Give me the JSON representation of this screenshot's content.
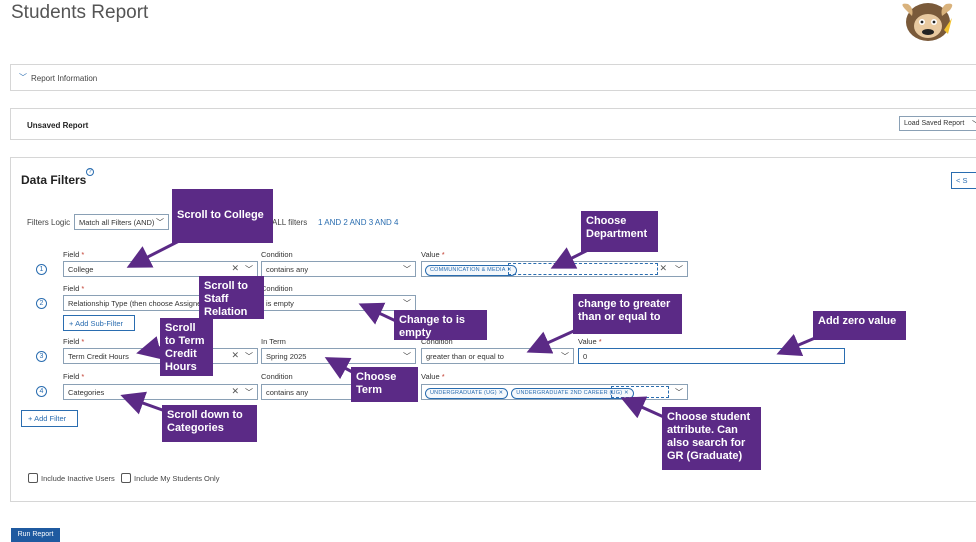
{
  "page_title": "Students Report",
  "report_information": {
    "label": "Report Information"
  },
  "unsaved": {
    "label": "Unsaved Report",
    "load_saved": "Load Saved Report"
  },
  "data_filters": {
    "heading": "Data Filters",
    "help_glyph": "?",
    "share_label": "S",
    "logic_label": "Filters Logic",
    "logic_value": "Match all Filters (AND)",
    "all_filters_text": "ALL filters",
    "logic_expression": "1 AND 2 AND 3 AND 4"
  },
  "labels": {
    "field": "Field",
    "condition": "Condition",
    "value": "Value",
    "in_term": "In Term",
    "required": "*"
  },
  "filters": [
    {
      "num": "1",
      "field": "College",
      "condition": "contains any",
      "value_chips": [
        "Communication & Media"
      ]
    },
    {
      "num": "2",
      "field": "Relationship Type (then choose Assigne",
      "condition": "is empty",
      "sub_filter": "Add Sub-Filter"
    },
    {
      "num": "3",
      "field": "Term Credit Hours",
      "term": "Spring 2025",
      "condition": "greater than or equal to",
      "value": "0"
    },
    {
      "num": "4",
      "field": "Categories",
      "condition": "contains any",
      "value_chips": [
        "Undergraduate (UG)",
        "Undergraduate 2nd Career (UG)"
      ]
    }
  ],
  "add_filter": "Add Filter",
  "checkboxes": {
    "inactive": "Include Inactive Users",
    "my_students": "Include My Students Only"
  },
  "run_report": "Run Report",
  "annotations": {
    "college": "Scroll to College",
    "department": "Choose Department",
    "staff": "Scroll to Staff Relation",
    "is_empty": "Change to  is empty",
    "greater": "change to greater than or equal to",
    "zero": "Add zero value",
    "term_credit": "Scroll to Term Credit Hours",
    "term": "Choose Term",
    "categories": "Scroll down to Categories",
    "student_attr": "Choose student attribute. Can also search for GR (Graduate)"
  },
  "colors": {
    "accent": "#2a6db0",
    "annotation": "#5b2a86",
    "required": "#c0392b"
  }
}
